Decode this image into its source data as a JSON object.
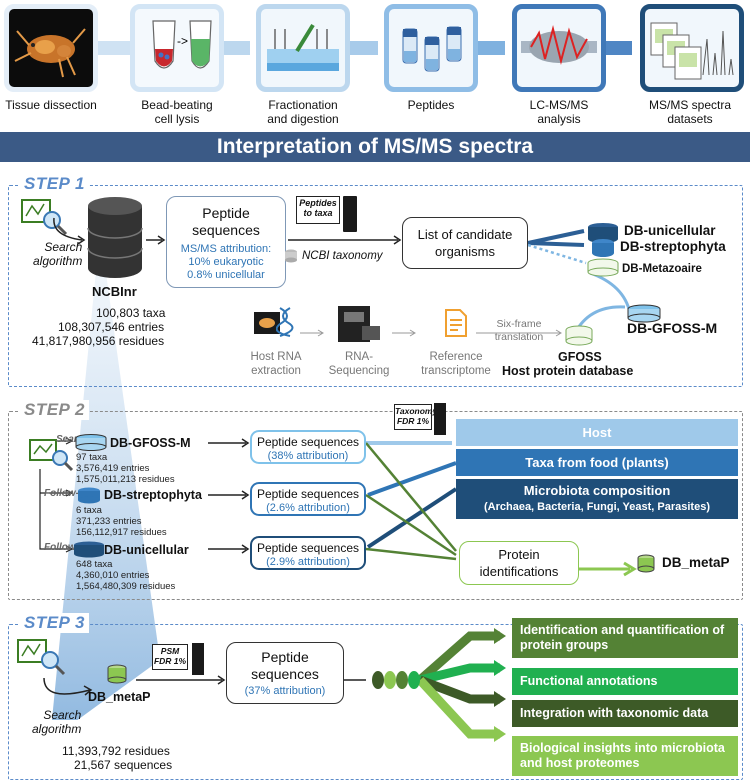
{
  "pipeline": {
    "steps": [
      {
        "label": "Tissue dissection"
      },
      {
        "label": "Bead-beating\ncell lysis"
      },
      {
        "label": "Fractionation\nand digestion"
      },
      {
        "label": "Peptides"
      },
      {
        "label": "LC-MS/MS\nanalysis"
      },
      {
        "label": "MS/MS spectra\ndatasets"
      }
    ]
  },
  "banner": {
    "title": "Interpretation of MS/MS spectra"
  },
  "step1": {
    "label": "STEP 1",
    "search_algorithm": "Search\nalgorithm",
    "db_name": "NCBInr",
    "db_stats": [
      "100,803 taxa",
      "108,307,546 entries",
      "41,817,980,956 residues"
    ],
    "peptide_box": {
      "title": "Peptide\nsequences",
      "attr_title": "MS/MS attribution:",
      "attr_lines": [
        "10% eukaryotic",
        "0.8% unicellular"
      ]
    },
    "peptides_to_taxa": "Peptides\nto taxa",
    "ncbi_taxonomy": "NCBI taxonomy",
    "candidates": "List of candidate\norganisms",
    "db_unicellular": "DB-unicellular",
    "db_streptophyta": "DB-streptophyta",
    "db_metazoaire": "DB-Metazoaire",
    "db_gfoss_m": "DB-GFOSS-M",
    "host_rna": "Host RNA\nextraction",
    "rna_seq": "RNA-\nSequencing",
    "ref_transcriptome": "Reference\ntranscriptome",
    "six_frame": "Six-frame\ntranslation",
    "gfoss": "GFOSS",
    "host_protein_db": "Host protein database"
  },
  "step2": {
    "label": "STEP 2",
    "search": "Search",
    "follow1": "Follow-up 1",
    "follow2": "Follow-up 2",
    "taxonomy_fdr": "Taxonomy\nFDR 1%",
    "dbs": [
      {
        "name": "DB-GFOSS-M",
        "stats": [
          "97 taxa",
          "3,576,419 entries",
          "1,575,011,213 residues"
        ],
        "peptides": "Peptide sequences",
        "attribution": "(38% attribution)"
      },
      {
        "name": "DB-streptophyta",
        "stats": [
          "6 taxa",
          "371,233 entries",
          "156,112,917 residues"
        ],
        "peptides": "Peptide sequences",
        "attribution": "(2.6% attribution)"
      },
      {
        "name": "DB-unicellular",
        "stats": [
          "648 taxa",
          "4,360,010 entries",
          "1,564,480,309 residues"
        ],
        "peptides": "Peptide sequences",
        "attribution": "(2.9% attribution)"
      }
    ],
    "host": "Host",
    "taxa_food": "Taxa from food (plants)",
    "microbiota": "Microbiota composition",
    "microbiota_sub": "(Archaea, Bacteria, Fungi, Yeast, Parasites)",
    "protein_ident": "Protein\nidentifications",
    "db_metap": "DB_metaP"
  },
  "step3": {
    "label": "STEP 3",
    "search_algorithm": "Search\nalgorithm",
    "db_metap": "DB_metaP",
    "psm_fdr": "PSM\nFDR 1%",
    "peptides": "Peptide\nsequences",
    "attribution": "(37% attribution)",
    "stats": [
      "11,393,792 residues",
      "21,567 sequences"
    ],
    "outputs": [
      "Identification and quantification of\nprotein groups",
      "Functional annotations",
      "Integration with taxonomic data",
      "Biological insights into microbiota\nand host proteomes"
    ]
  },
  "colors": {
    "banner": "#3b5a86",
    "light_blue": "#9fc9ea",
    "mid_blue": "#2f75b5",
    "dark_blue": "#1f4e79",
    "dark_green": "#548235",
    "green": "#20b050",
    "olive": "#3d5a27",
    "light_green": "#8cc751"
  }
}
